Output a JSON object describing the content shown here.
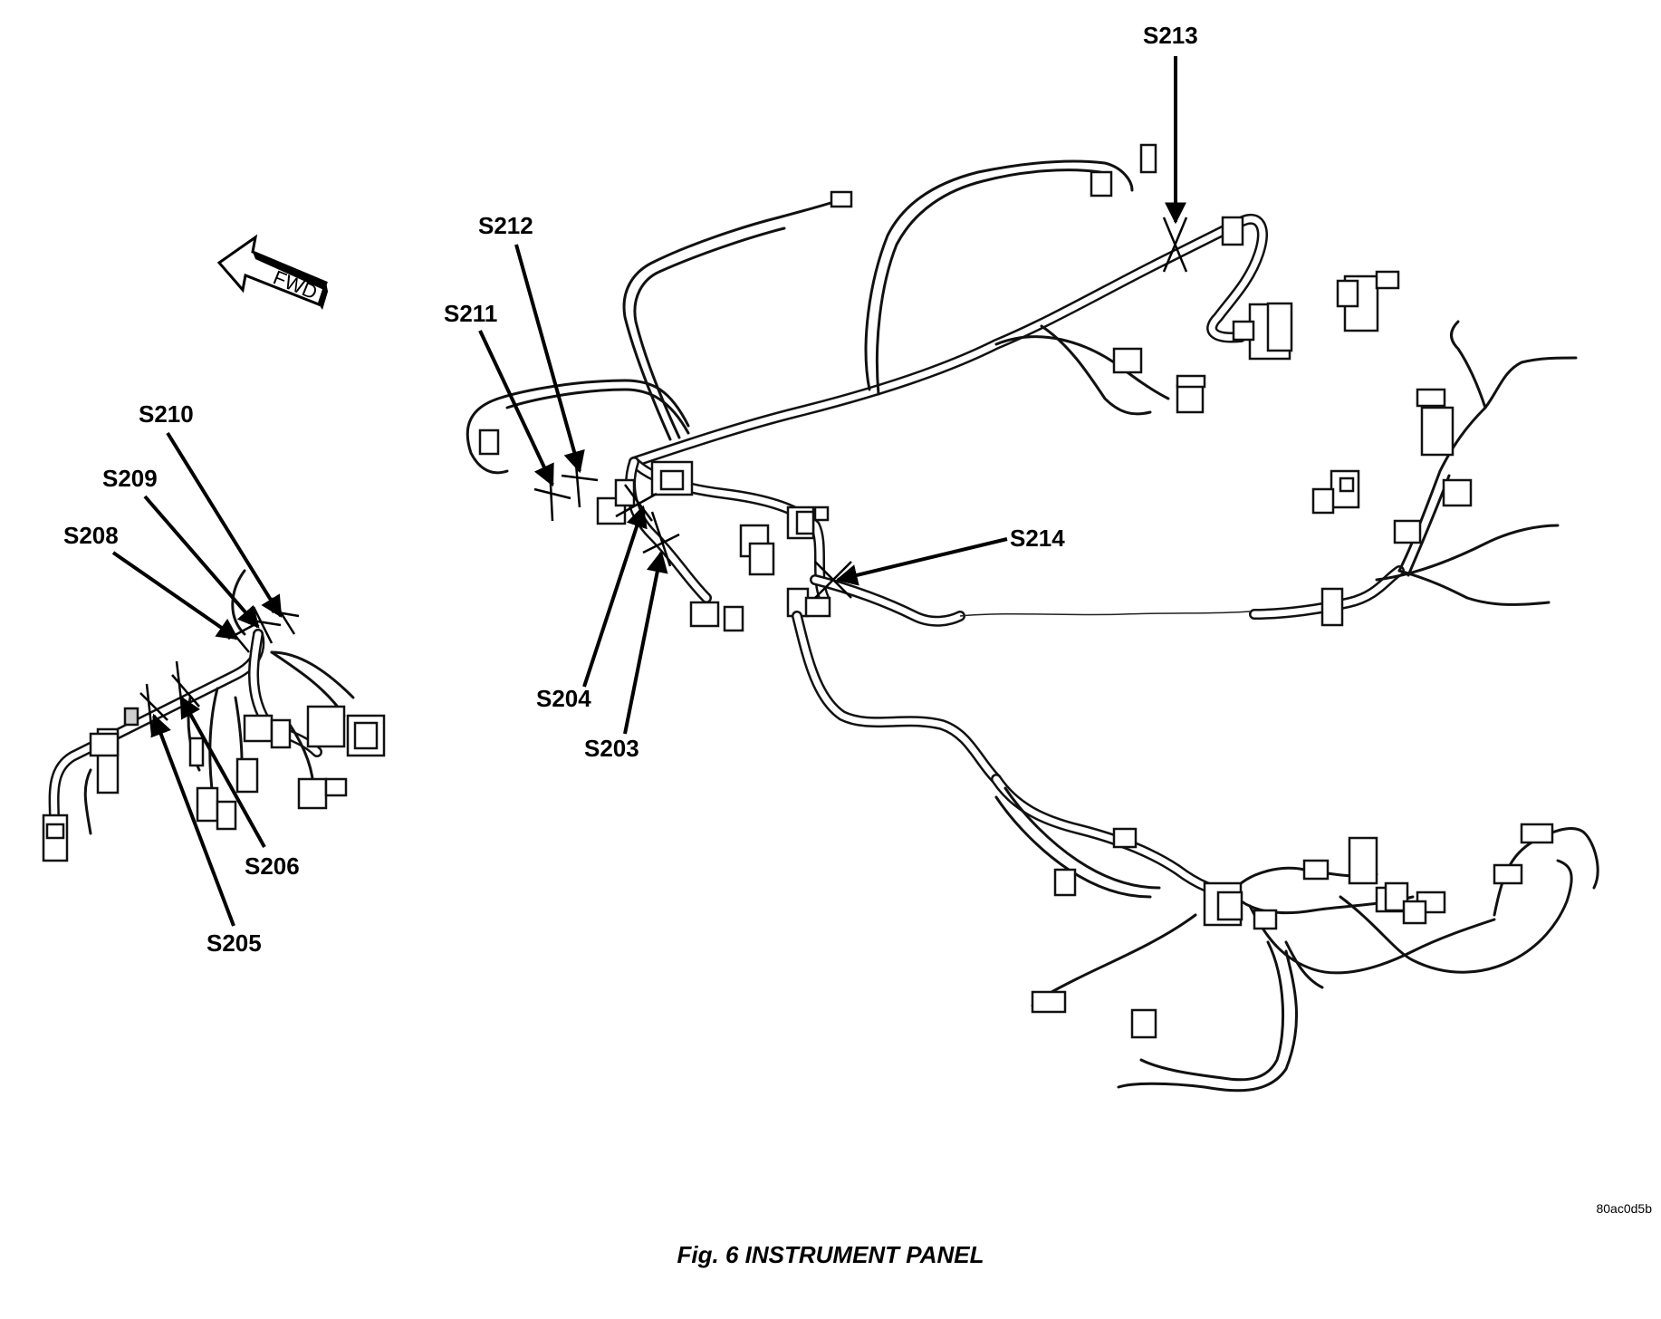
{
  "caption": "Fig. 6 INSTRUMENT PANEL",
  "image_code": "80ac0d5b",
  "fwd_arrow_label": "FWD",
  "splices": [
    {
      "id": "s213",
      "label": "S213"
    },
    {
      "id": "s212",
      "label": "S212"
    },
    {
      "id": "s211",
      "label": "S211"
    },
    {
      "id": "s210",
      "label": "S210"
    },
    {
      "id": "s209",
      "label": "S209"
    },
    {
      "id": "s208",
      "label": "S208"
    },
    {
      "id": "s214",
      "label": "S214"
    },
    {
      "id": "s204",
      "label": "S204"
    },
    {
      "id": "s203",
      "label": "S203"
    },
    {
      "id": "s206",
      "label": "S206"
    },
    {
      "id": "s205",
      "label": "S205"
    }
  ]
}
